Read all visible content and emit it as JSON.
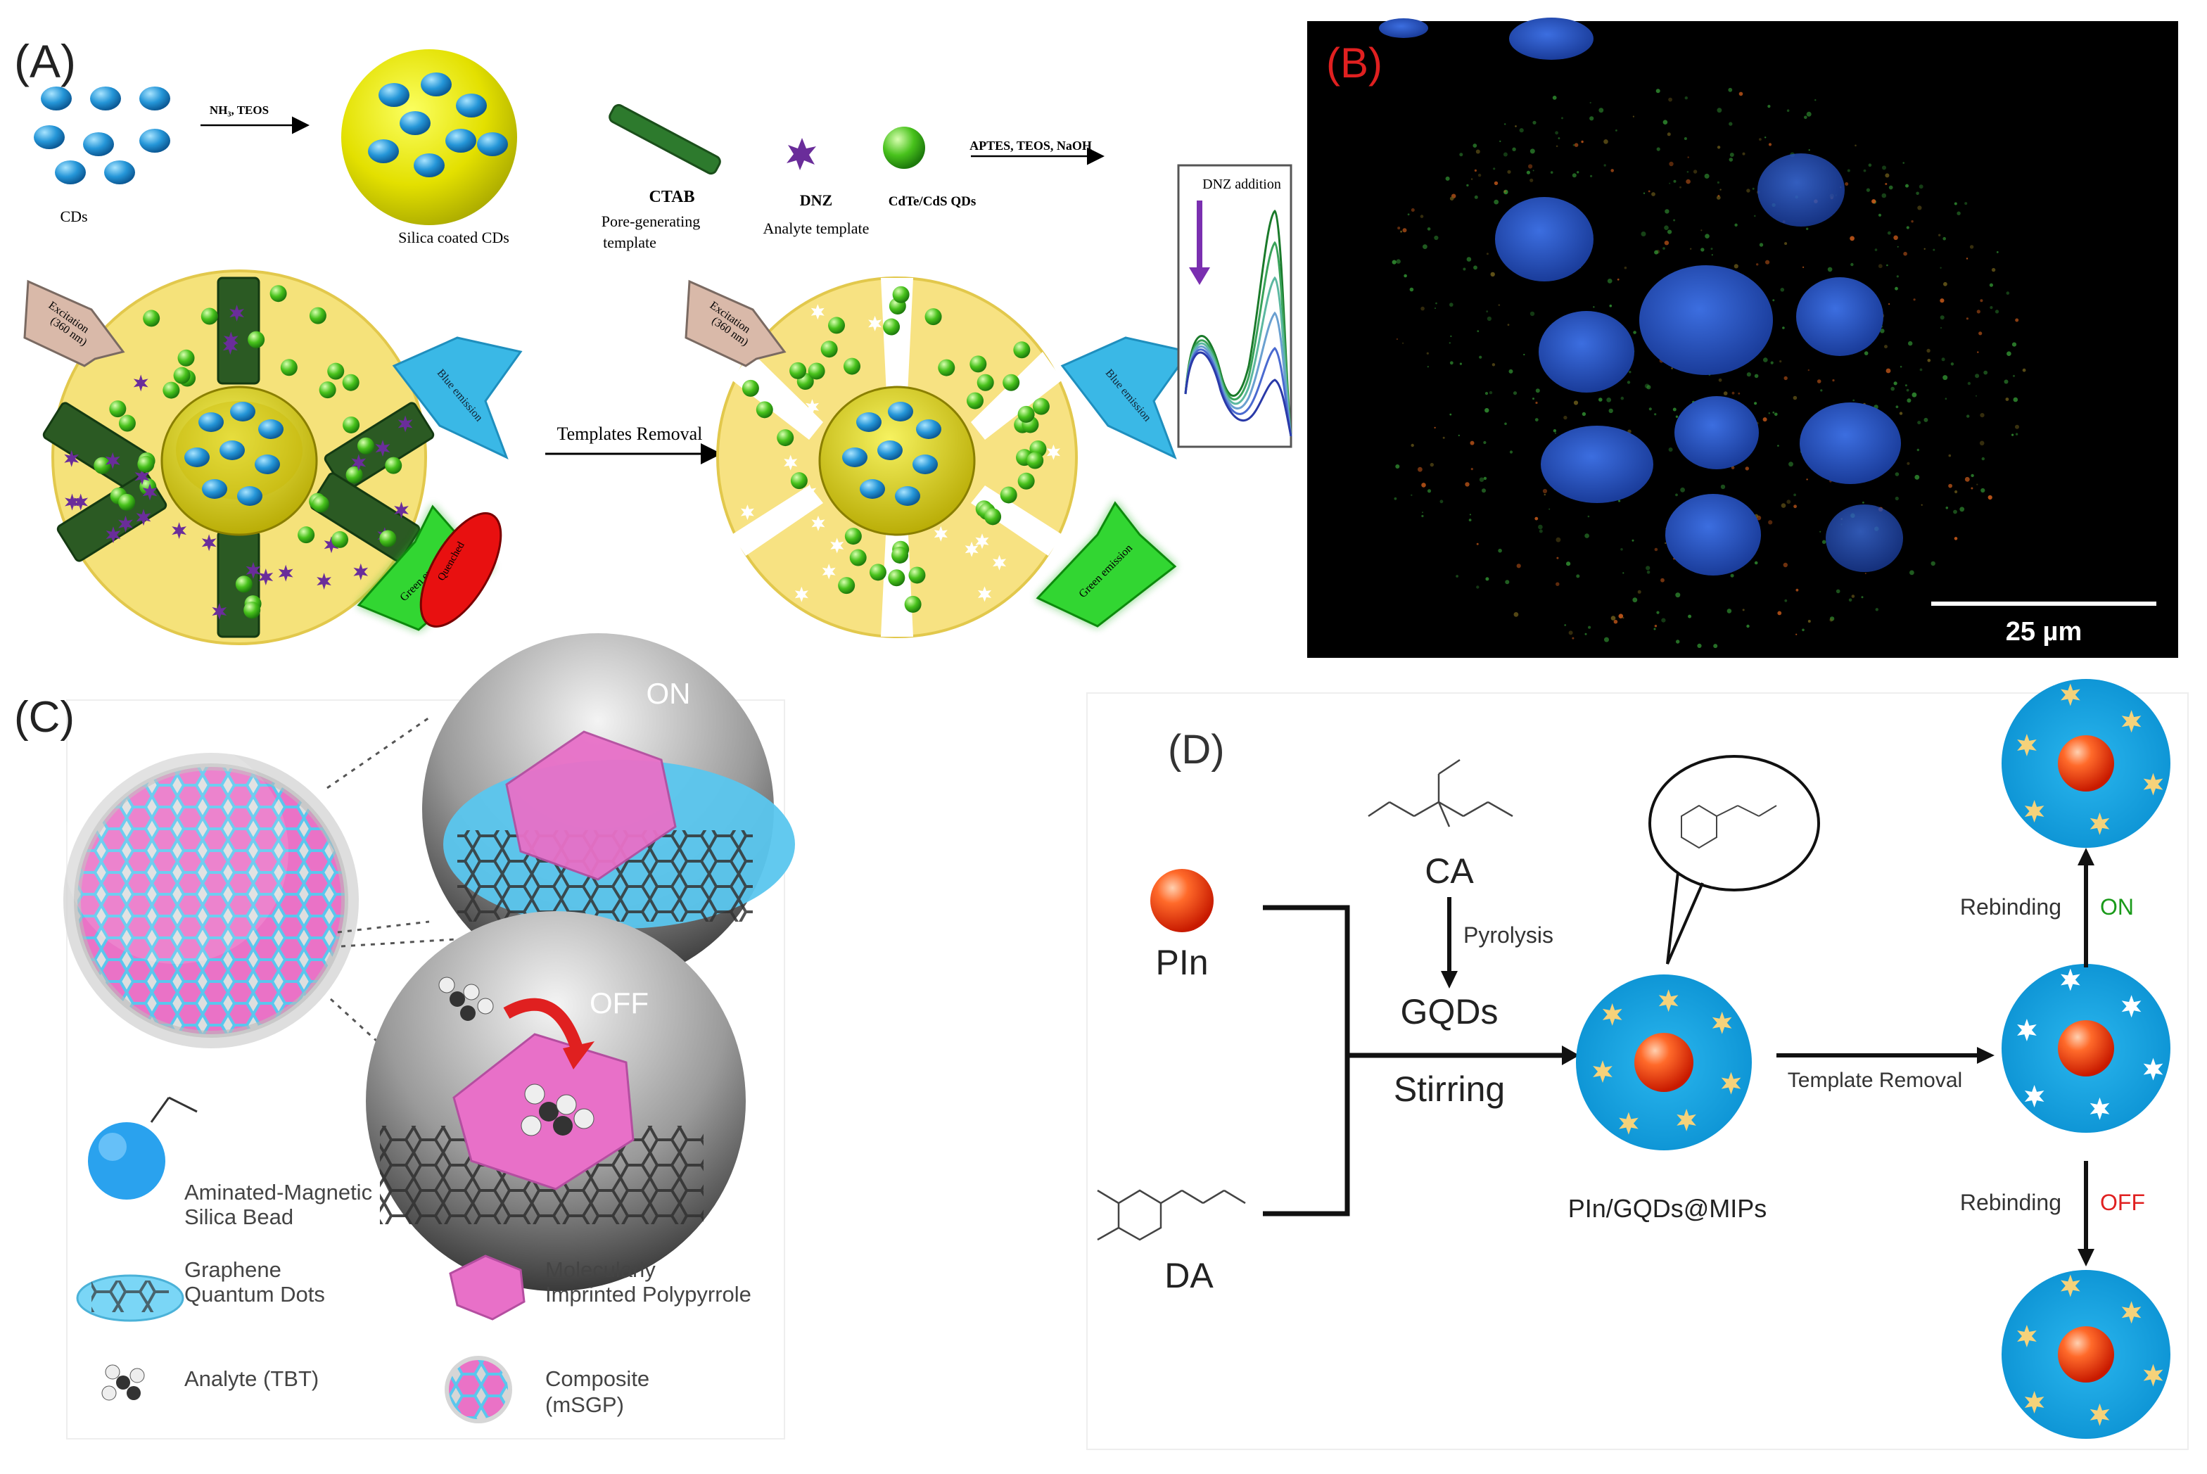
{
  "panel_a": {
    "label": "(A)",
    "cds": "CDs",
    "step1_reagents": "NH₃, TEOS",
    "silica_coated_cds": "Silica coated CDs",
    "ctab": "CTAB",
    "ctab_desc_line1": "Pore-generating",
    "ctab_desc_line2": "template",
    "dnz": "DNZ",
    "dnz_desc": "Analyte template",
    "qds": "CdTe/CdS QDs",
    "step2_reagents": "APTES, TEOS, NaOH",
    "templates_removal": "Templates Removal",
    "dnz_addition": "DNZ addition",
    "excitation_line1": "Excitation",
    "excitation_line2": "(360 nm)",
    "emission_blue": "Blue emission",
    "emission_green": "Green emission",
    "quenched": "Quenched"
  },
  "panel_b": {
    "label": "(B)",
    "scale_bar": "25 µm"
  },
  "panel_c": {
    "label": "(C)",
    "on": "ON",
    "off": "OFF",
    "legend": [
      {
        "line1": "Aminated-Magnetic",
        "line2": "Silica Bead"
      },
      {
        "line1": "Graphene",
        "line2": "Quantum Dots"
      },
      {
        "line1": "Molecularly",
        "line2": "Imprinted Polypyrrole"
      },
      {
        "line1": "Analyte (TBT)",
        "line2": ""
      },
      {
        "line1": "Composite",
        "line2": "(mSGP)"
      }
    ]
  },
  "panel_d": {
    "label": "(D)",
    "pin": "PIn",
    "da": "DA",
    "ca": "CA",
    "pyrolysis": "Pyrolysis",
    "gqds": "GQDs",
    "stirring": "Stirring",
    "product": "PIn/GQDs@MIPs",
    "template_removal": "Template Removal",
    "rebinding": "Rebinding",
    "on": "ON",
    "off": "OFF",
    "colors": {
      "on": "#1a9a1a",
      "off": "#e02020"
    }
  }
}
